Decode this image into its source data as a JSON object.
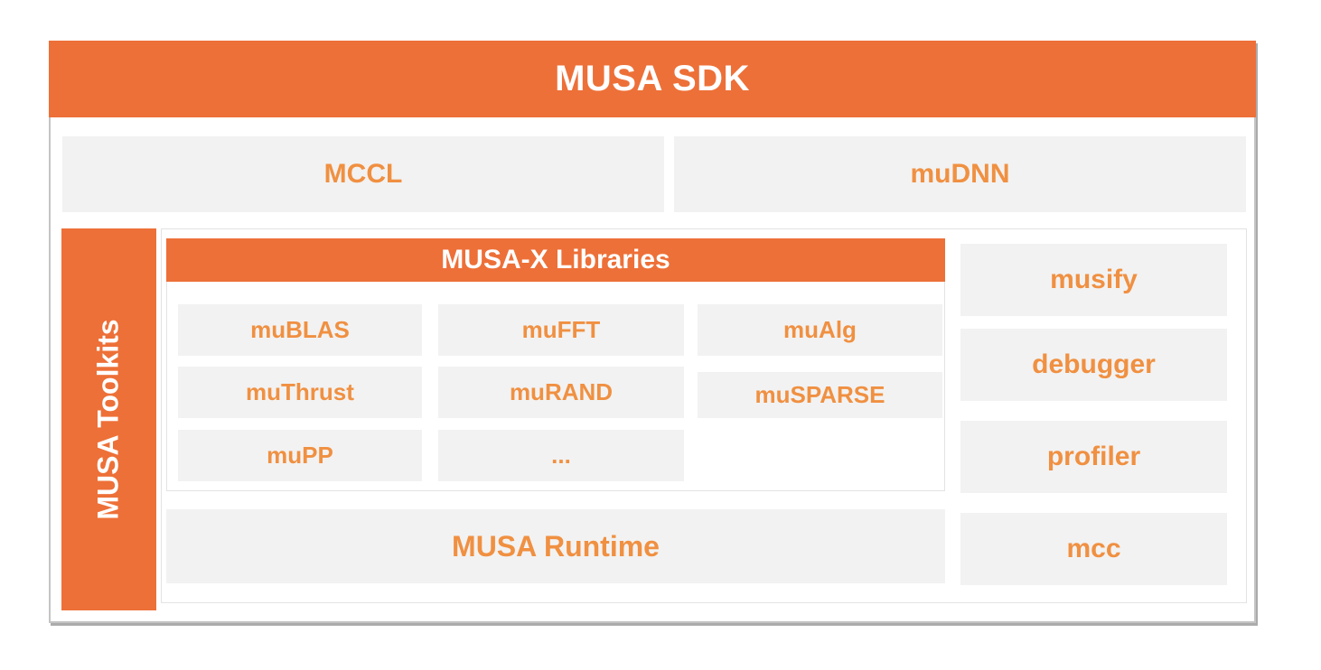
{
  "colors": {
    "accent_orange": "#ED7038",
    "label_orange": "#F09041",
    "box_fill_gray": "#F2F2F2",
    "outer_border_gray": "#C4C4C4",
    "inner_border_gray": "#E3E3E3"
  },
  "sdk": {
    "title": "MUSA SDK",
    "top_row": [
      "MCCL",
      "muDNN"
    ],
    "toolkits_label": "MUSA Toolkits",
    "musax": {
      "title": "MUSA-X Libraries",
      "libraries": [
        "muBLAS",
        "muFFT",
        "muAlg",
        "muThrust",
        "muRAND",
        "muSPARSE",
        "muPP",
        "..."
      ]
    },
    "tools": [
      "musify",
      "debugger",
      "profiler",
      "mcc"
    ],
    "runtime_label": "MUSA Runtime"
  }
}
